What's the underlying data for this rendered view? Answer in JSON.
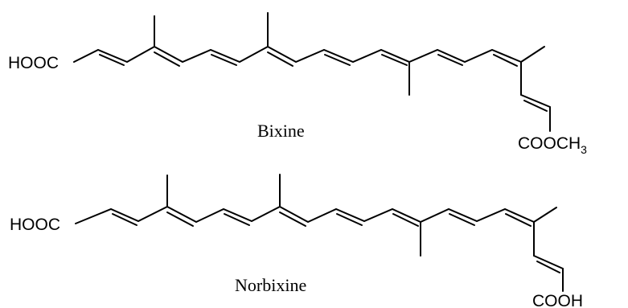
{
  "colors": {
    "bond": "#000000",
    "background": "#ffffff"
  },
  "molecules": [
    {
      "name": "Bixine",
      "left_group": "HOOC",
      "right_group": {
        "main": "COOCH",
        "subscript": "3"
      }
    },
    {
      "name": "Norbixine",
      "left_group": "HOOC",
      "right_group": {
        "main": "COOH",
        "subscript": ""
      }
    }
  ]
}
